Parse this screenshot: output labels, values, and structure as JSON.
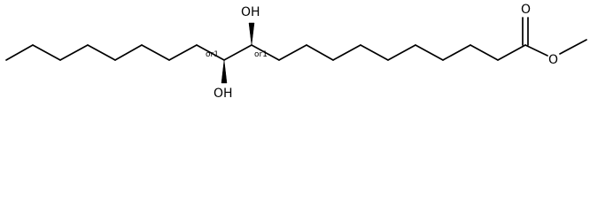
{
  "molecule": {
    "atom_labels": {
      "hydroxyl_top": "OH",
      "hydroxyl_bottom": "OH",
      "carbonyl_oxygen": "O",
      "ester_oxygen": "O"
    },
    "stereo_labels": {
      "center_c9": "or1",
      "center_c10": "or1"
    },
    "colors": {
      "bond": "#000000",
      "text": "#000000",
      "background": "#ffffff"
    }
  }
}
